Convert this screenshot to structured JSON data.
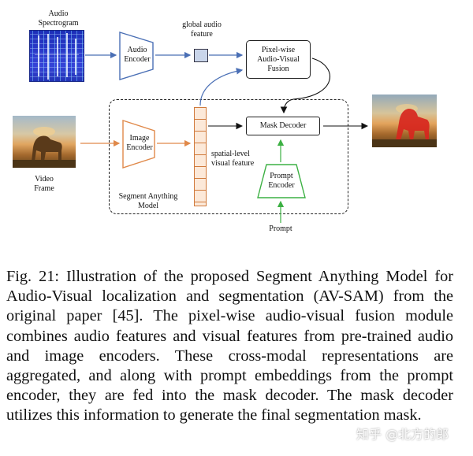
{
  "figure": {
    "audio_spectrogram_label": "Audio Spectrogram",
    "audio_encoder_label": "Audio Encoder",
    "global_audio_feature_label": "global audio feature",
    "fusion_label": "Pixel-wise Audio-Visual Fusion",
    "video_frame_label": "Video Frame",
    "image_encoder_label": "Image Encoder",
    "spatial_feature_label": "spatial-level visual feature",
    "mask_decoder_label": "Mask Decoder",
    "prompt_encoder_label": "Prompt Encoder",
    "sam_label": "Segment Anything Model",
    "prompt_label": "Prompt"
  },
  "colors": {
    "audio_blue": "#4a6fb5",
    "image_orange": "#e0894a",
    "prompt_green": "#3cb043",
    "feature_fill": "#c9d5ea",
    "mask_red": "#d7261e"
  },
  "caption": "Fig. 21: Illustration of the proposed Segment Anything Model for Audio-Visual localization and segmentation (AV-SAM) from the original paper [45]. The pixel-wise audio-visual fusion module combines audio features and visual features from pre-trained audio and image encoders. These cross-modal representations are aggregated, and along with prompt embeddings from the prompt encoder, they are fed into the mask decoder. The mask decoder utilizes this information to generate the final segmentation mask.",
  "watermark": "知乎 @北方的郎"
}
